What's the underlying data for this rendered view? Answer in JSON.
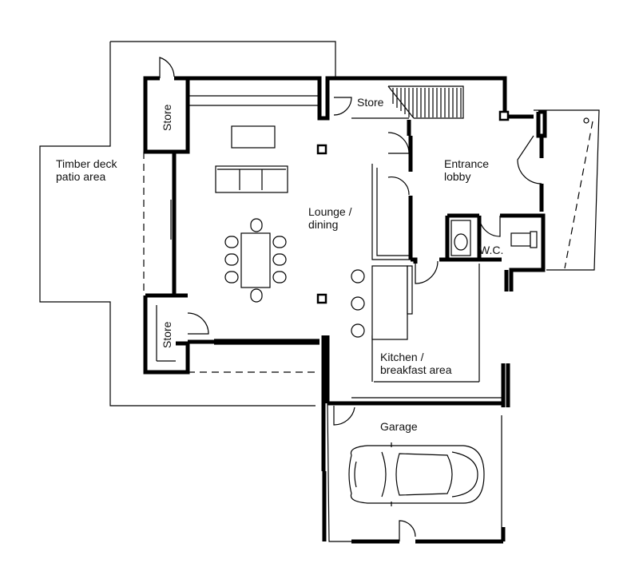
{
  "rooms": {
    "deck_line1": "Timber deck",
    "deck_line2": "patio area",
    "store_top_left": "Store",
    "store_top": "Store",
    "store_bottom_left": "Store",
    "entrance_line1": "Entrance",
    "entrance_line2": "lobby",
    "lounge_line1": "Lounge /",
    "lounge_line2": "dining",
    "wc": "W.C.",
    "kitchen_line1": "Kitchen /",
    "kitchen_line2": "breakfast area",
    "garage": "Garage"
  },
  "colors": {
    "wall": "#000000",
    "background": "#ffffff"
  }
}
